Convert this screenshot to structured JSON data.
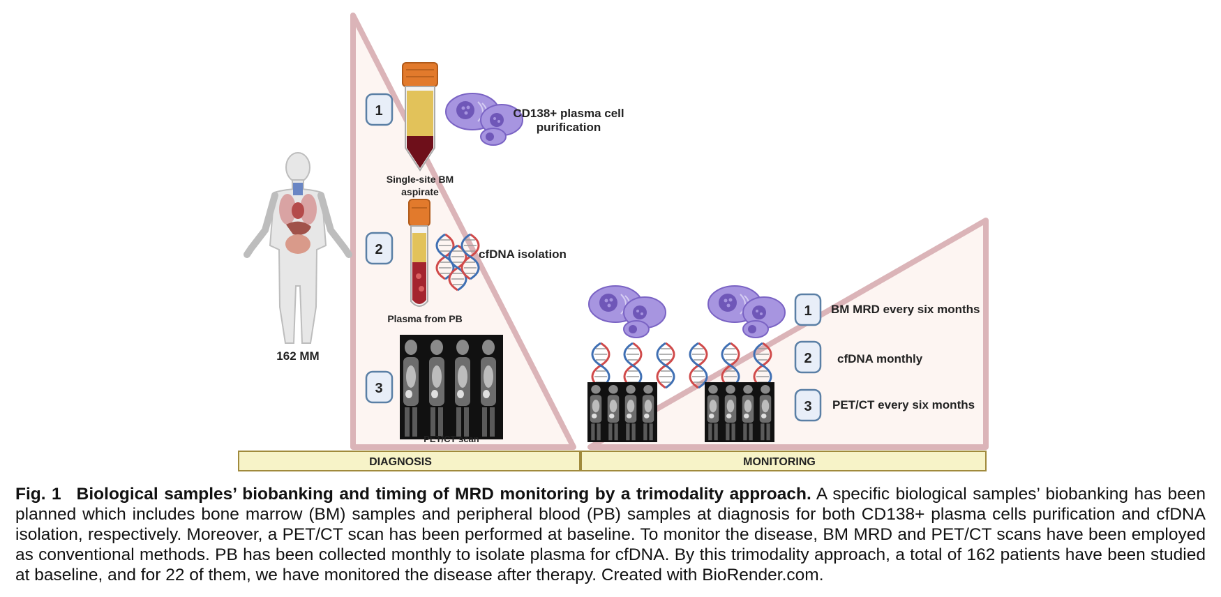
{
  "patient": {
    "label": "162 MM"
  },
  "diagnosis": {
    "phase_label": "DIAGNOSIS",
    "steps": [
      {
        "number": "1",
        "sample_label_line1": "Single-site BM",
        "sample_label_line2": "aspirate",
        "process_line1": "CD138+ plasma cell",
        "process_line2": "purification"
      },
      {
        "number": "2",
        "sample_label": "Plasma from PB",
        "process": "cfDNA isolation"
      },
      {
        "number": "3",
        "sample_label": "PET/CT scan"
      }
    ]
  },
  "monitoring": {
    "phase_label": "MONITORING",
    "legend": [
      {
        "number": "1",
        "text": "BM MRD every six months"
      },
      {
        "number": "2",
        "text": "cfDNA monthly"
      },
      {
        "number": "3",
        "text": "PET/CT every six months"
      }
    ],
    "cfdna_timepoints": 6
  },
  "colors": {
    "triangle_fill": "#fdf5f2",
    "triangle_stroke": "#dbb4b8",
    "badge_fill": "#e8eef8",
    "badge_stroke": "#5a7fa5",
    "phase_bar_fill": "#f7f3c8",
    "phase_bar_stroke": "#a08a3c",
    "tube_cap": "#e27a2c",
    "cell_purple": "#8f7ad6",
    "dna_red": "#d04a4a",
    "dna_blue": "#3f6fb3"
  },
  "caption": {
    "fig_number": "Fig. 1",
    "title": "Biological samples’ biobanking and timing of MRD monitoring by a trimodality approach.",
    "body": "A specific biological samples’ biobanking has been planned which includes bone marrow (BM) samples and peripheral blood (PB) samples at diagnosis for both CD138+ plasma cells purification and cfDNA isolation, respectively. Moreover, a PET/CT scan has been performed at baseline. To monitor the disease, BM MRD and PET/CT scans have been employed as conventional methods. PB has been collected monthly to isolate plasma for cfDNA. By this trimodality approach, a total of 162 patients have been studied at baseline, and for 22 of them, we have monitored the disease after therapy. Created with BioRender.com."
  }
}
